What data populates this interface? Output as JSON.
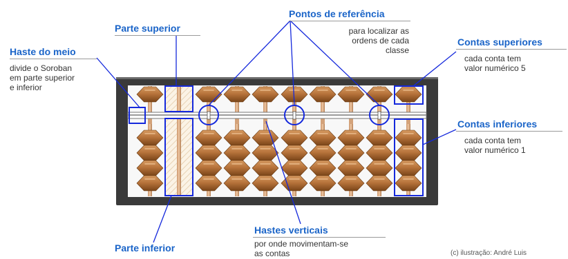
{
  "labels": {
    "pontos": {
      "title": "Pontos de referência",
      "desc": [
        "para localizar as",
        "ordens de cada",
        "classe"
      ]
    },
    "parte_superior": {
      "title": "Parte superior"
    },
    "haste_meio": {
      "title": "Haste do meio",
      "desc": [
        "divide o Soroban",
        "em parte superior",
        "e inferior"
      ]
    },
    "contas_superiores": {
      "title": "Contas superiores",
      "desc": [
        "cada conta tem",
        "valor numérico 5"
      ]
    },
    "contas_inferiores": {
      "title": "Contas inferiores",
      "desc": [
        "cada conta tem",
        "valor numérico 1"
      ]
    },
    "hastes_verticais": {
      "title": "Hastes verticais",
      "desc": [
        "por onde movimentam-se",
        "as contas"
      ]
    },
    "parte_inferior": {
      "title": "Parte inferior"
    }
  },
  "credit": "(c) ilustração: André Luis",
  "abacus": {
    "upper_beads_per_rod": 1,
    "lower_beads_per_rod": 4,
    "reference_point_rods": [
      3,
      6,
      9
    ]
  },
  "colors": {
    "label": "#1a64c8",
    "highlight": "#1428dc",
    "bead": "#b8743c",
    "frame": "#3a3a3a"
  }
}
